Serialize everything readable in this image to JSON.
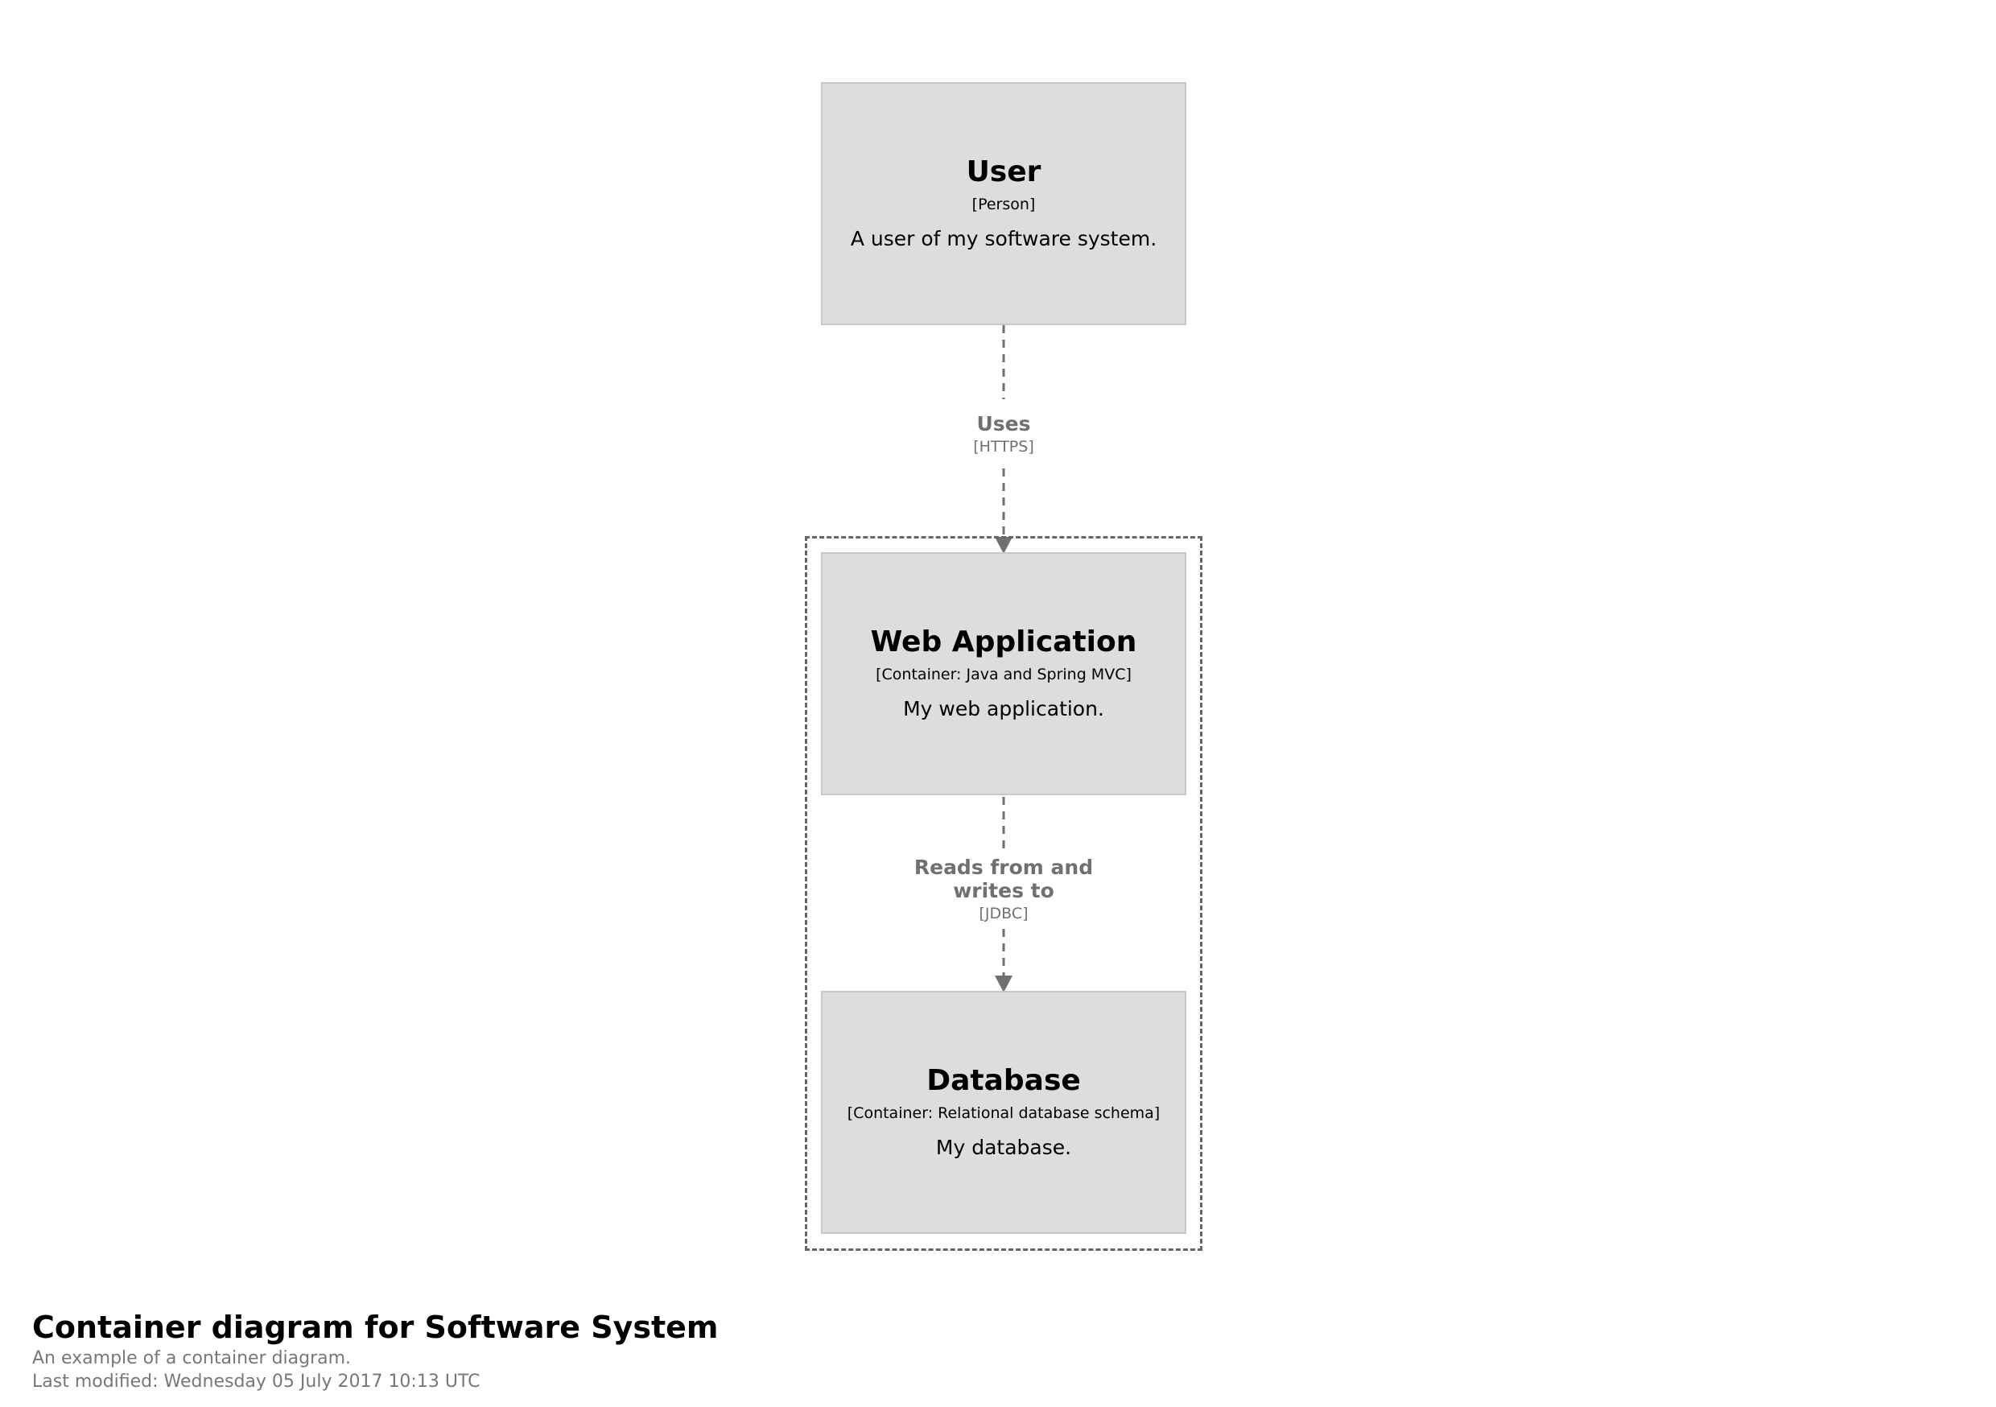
{
  "diagram": {
    "elements": [
      {
        "name": "User",
        "type": "[Person]",
        "description": "A user of my software system."
      },
      {
        "name": "Web Application",
        "type": "[Container: Java and Spring MVC]",
        "description": "My web application."
      },
      {
        "name": "Database",
        "type": "[Container: Relational database schema]",
        "description": "My database."
      }
    ],
    "relationships": [
      {
        "label": "Uses",
        "technology": "[HTTPS]"
      },
      {
        "label_line1": "Reads from and",
        "label_line2": "writes to",
        "technology": "[JDBC]"
      }
    ]
  },
  "footer": {
    "title": "Container diagram for Software System",
    "description": "An example of a container diagram.",
    "last_modified": "Last modified: Wednesday 05 July 2017 10:13 UTC"
  },
  "colors": {
    "box_fill": "#dddddd",
    "box_border": "#c8c8c8",
    "edge": "#707070",
    "boundary": "#666666",
    "muted_text": "#777777"
  }
}
